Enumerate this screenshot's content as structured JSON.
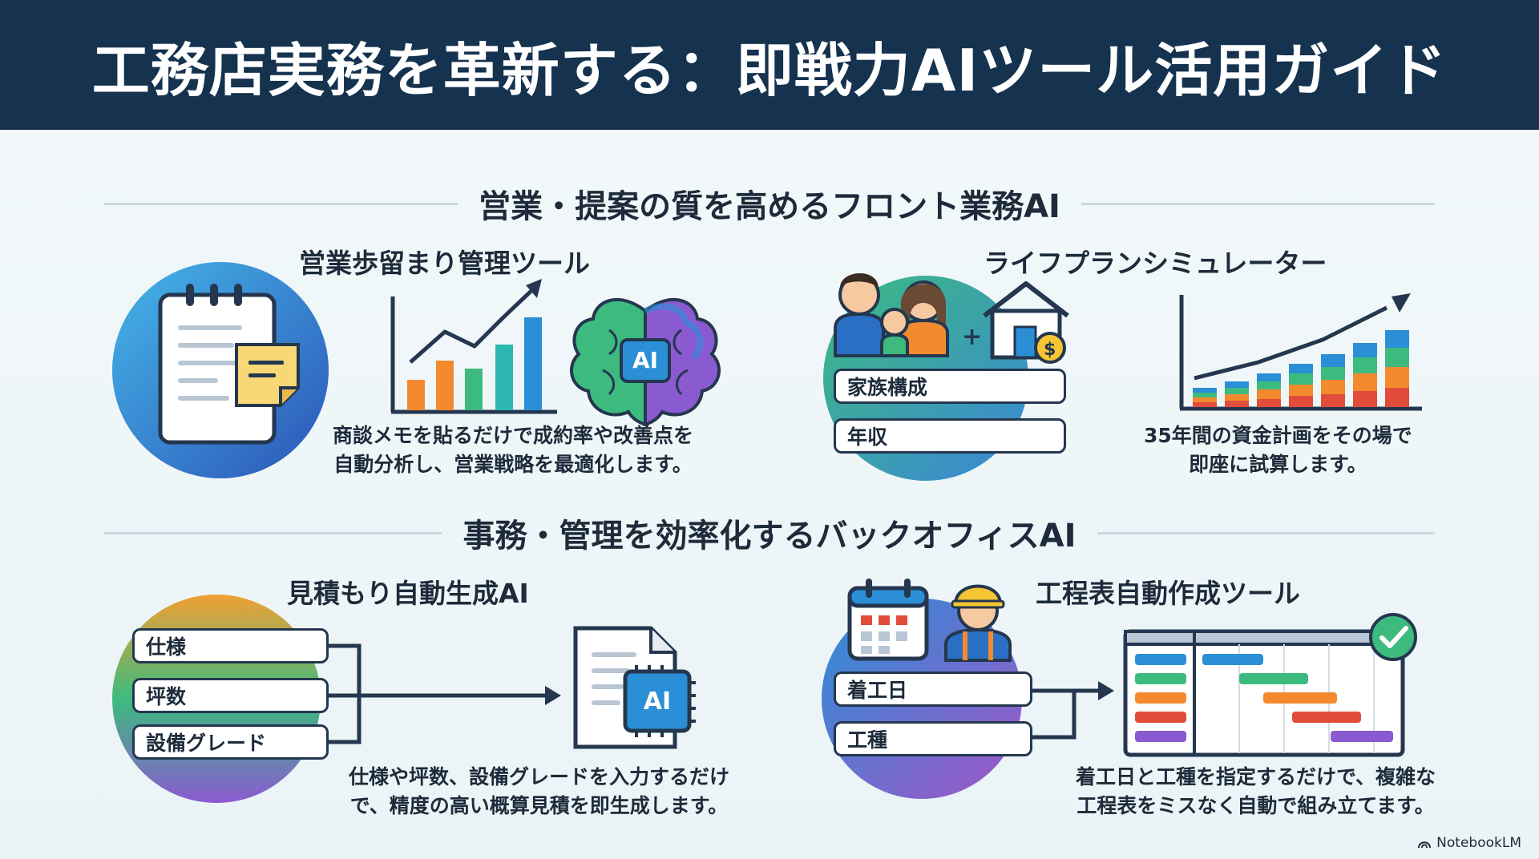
{
  "header": {
    "title": "工務店実務を革新する：即戦力AIツール活用ガイド"
  },
  "sections": [
    {
      "heading": "営業・提案の質を高めるフロント業務AI",
      "tools": [
        {
          "title": "営業歩留まり管理ツール",
          "description_line1": "商談メモを貼るだけで成約率や改善点を",
          "description_line2": "自動分析し、営業戦略を最適化します。",
          "icon_label": "AI"
        },
        {
          "title": "ライフプランシミュレーター",
          "fields": [
            "家族構成",
            "年収"
          ],
          "description_line1": "35年間の資金計画をその場で",
          "description_line2": "即座に試算します。"
        }
      ]
    },
    {
      "heading": "事務・管理を効率化するバックオフィスAI",
      "tools": [
        {
          "title": "見積もり自動生成AI",
          "fields": [
            "仕様",
            "坪数",
            "設備グレード"
          ],
          "icon_label": "AI",
          "description_line1": "仕様や坪数、設備グレードを入力するだけ",
          "description_line2": "で、精度の高い概算見積を即生成します。"
        },
        {
          "title": "工程表自動作成ツール",
          "fields": [
            "着工日",
            "工種"
          ],
          "description_line1": "着工日と工種を指定するだけで、複雑な",
          "description_line2": "工程表をミスなく自動で組み立てます。"
        }
      ]
    }
  ],
  "footer": {
    "brand": "NotebookLM"
  },
  "colors": {
    "header_bg": "#15324f",
    "outline": "#24374f",
    "orange": "#f38a2e",
    "green": "#3dbb7e",
    "blue": "#2a8fd6",
    "purple": "#8a5ad1",
    "red": "#e24c3b",
    "teal": "#2cb8b0"
  },
  "icons": [
    "notepad-icon",
    "growth-chart-icon",
    "ai-brain-icon",
    "family-icon",
    "house-coin-icon",
    "stacked-growth-chart-icon",
    "document-ai-chip-icon",
    "calendar-icon",
    "worker-icon",
    "gantt-chart-icon",
    "checkmark-icon",
    "notebooklm-logo-icon"
  ]
}
